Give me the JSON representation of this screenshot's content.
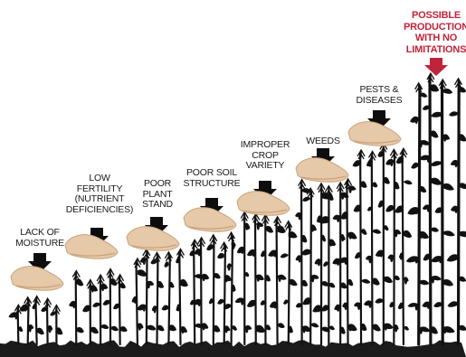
{
  "stages": [
    {
      "id": "moisture",
      "lines": [
        "LACK OF",
        "MOISTURE"
      ]
    },
    {
      "id": "fertility",
      "lines": [
        "LOW",
        "FERTILITY",
        "(NUTRIENT",
        "DEFICIENCIES)"
      ]
    },
    {
      "id": "stand",
      "lines": [
        "POOR",
        "PLANT",
        "STAND"
      ]
    },
    {
      "id": "soil",
      "lines": [
        "POOR SOIL",
        "STRUCTURE"
      ]
    },
    {
      "id": "variety",
      "lines": [
        "IMPROPER",
        "CROP",
        "VARIETY"
      ]
    },
    {
      "id": "weeds",
      "lines": [
        "WEEDS"
      ]
    },
    {
      "id": "pests",
      "lines": [
        "PESTS &",
        "DISEASES"
      ]
    }
  ],
  "goal": {
    "lines": [
      "POSSIBLE",
      "PRODUCTION",
      "WITH NO",
      "LIMITATIONS"
    ]
  },
  "colors": {
    "label": "#1a1a1a",
    "goal": "#c0233a",
    "arrow": "#0d0d0d",
    "plant": "#111111",
    "soil": "#1b1b1b",
    "foot": "#e6c9a8",
    "foot_shade": "#c9a27a"
  }
}
